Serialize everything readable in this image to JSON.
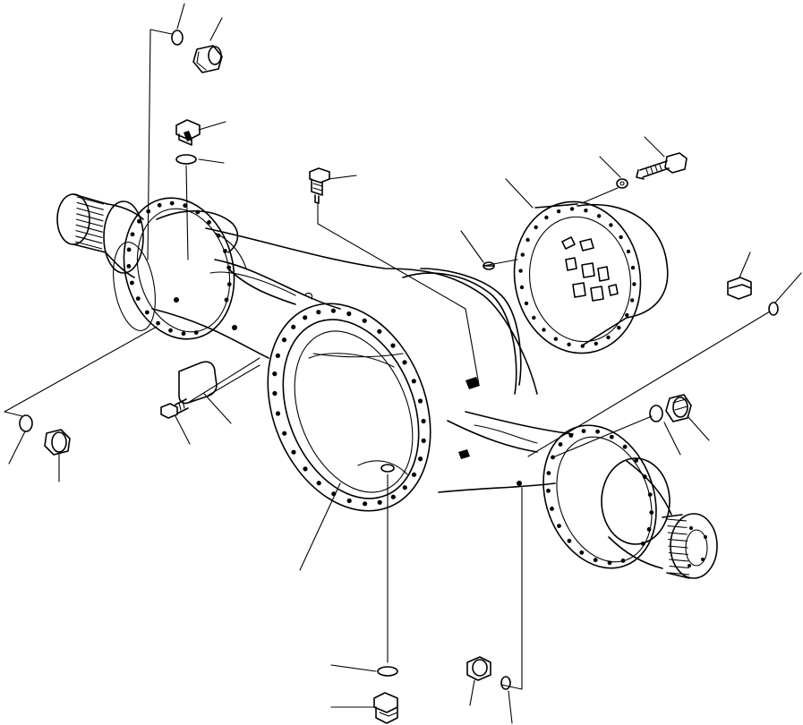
{
  "figure": {
    "kind": "exploded-parts-diagram",
    "labels": []
  },
  "colors": {
    "ink": "#000000",
    "paper": "#ffffff"
  },
  "parts": [
    "axle-housing",
    "left-spindle",
    "right-spindle",
    "differential-carrier-opening",
    "carrier-cover-ring",
    "breather-plug",
    "drain-plug",
    "o-ring",
    "cover-plate",
    "bolt",
    "washer",
    "dowel-pin"
  ]
}
